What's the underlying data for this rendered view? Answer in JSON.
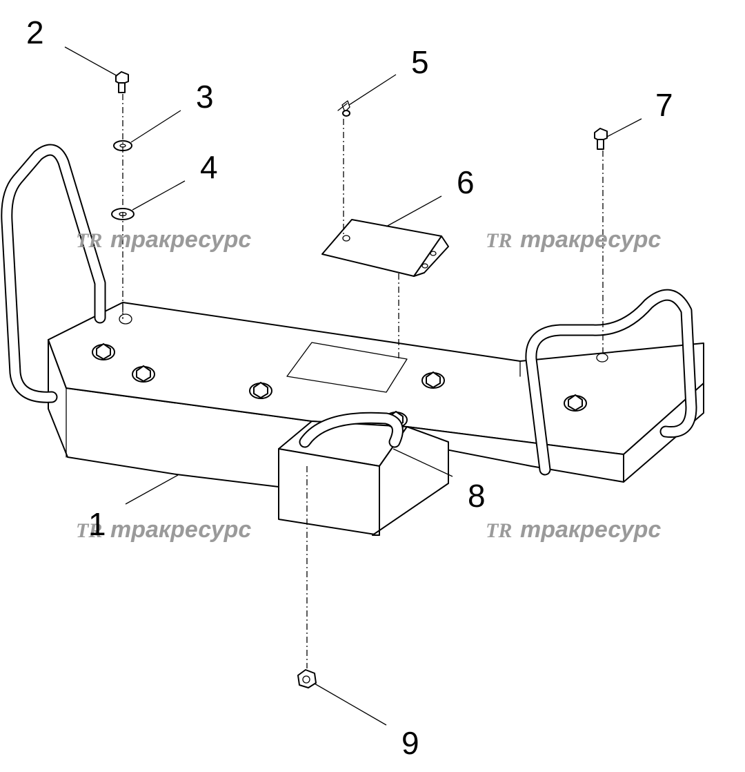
{
  "callouts": [
    "1",
    "2",
    "3",
    "4",
    "5",
    "6",
    "7",
    "8",
    "9"
  ],
  "watermark": {
    "logo": "TR",
    "text": "тракресурс",
    "color": "#9a9a9a"
  },
  "line_color": "#000000",
  "background": "#ffffff"
}
